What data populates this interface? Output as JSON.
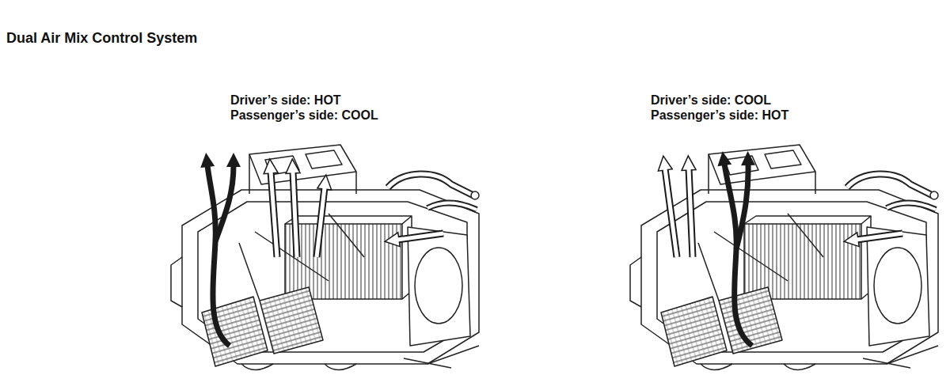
{
  "diagram": {
    "title": "Dual Air Mix Control System",
    "labels": [
      "Driver’s side: HOT",
      "Passenger’s side: COOL",
      "Driver’s side: COOL",
      "Passenger’s side: HOT"
    ]
  }
}
